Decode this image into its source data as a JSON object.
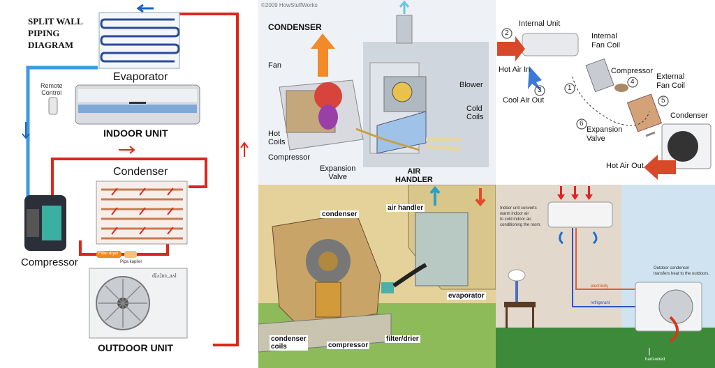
{
  "panel1": {
    "title_lines": [
      "SPLIT WALL",
      "PIPING",
      "DIAGRAM"
    ],
    "evaporator": "Evaporator",
    "remote_control": [
      "Remote",
      "Control"
    ],
    "indoor_unit": "INDOOR UNIT",
    "condenser": "Condenser",
    "compressor": "Compressor",
    "filter_dryer": "Filter dryer",
    "pipa_kapiler": "Pipa kapiler",
    "outdoor_brand": "d[ʌ]nʋ_aʌl",
    "outdoor_unit": "OUTDOOR UNIT"
  },
  "panel2": {
    "copyright": "©2009 HowStuffWorks",
    "condenser": "CONDENSER",
    "fan": "Fan",
    "hot_coils": [
      "Hot",
      "Coils"
    ],
    "compressor": "Compressor",
    "expansion_valve": [
      "Expansion",
      "Valve"
    ],
    "air_handler": [
      "AIR",
      "HANDLER"
    ],
    "blower": "Blower",
    "cold_coils": [
      "Cold",
      "Coils"
    ]
  },
  "panel3": {
    "internal_unit": "Internal Unit",
    "hot_air_in": "Hot Air In",
    "cool_air_out": "Cool Air Out",
    "internal_fan_coil": [
      "Internal",
      "Fan Coil"
    ],
    "compressor": "Compressor",
    "external_fan_coil": [
      "External",
      "Fan Coil"
    ],
    "condenser": "Condenser",
    "expansion_valve": [
      "Expansion",
      "Valve"
    ],
    "hot_air_out": "Hot Air Out",
    "numbers": [
      "1",
      "2",
      "3",
      "4",
      "5",
      "6"
    ]
  },
  "panel4": {
    "condenser": "condenser",
    "air_handler": "air handler",
    "evaporator": "evaporator",
    "condenser_coils": [
      "condenser",
      "coils"
    ],
    "compressor": "compressor",
    "filter_drier": "filter/drier"
  },
  "panel5": {
    "indoor_note": [
      "Indoor unit converts",
      "warm indoor air",
      "to cold indoor air,",
      "conditioning the room."
    ],
    "outdoor_note": [
      "Outdoor condenser",
      "transfers heat to the outdoors."
    ],
    "electricity": "electricity",
    "refrigerant": "refrigerant",
    "hard_wired": "hard-wired"
  },
  "colors": {
    "hot_pipe": "#e0261b",
    "cold_pipe": "#3c9be0",
    "arrow_blue": "#1e5fc8",
    "arrow_orange": "#e86a1a",
    "label_dark": "#111111"
  }
}
